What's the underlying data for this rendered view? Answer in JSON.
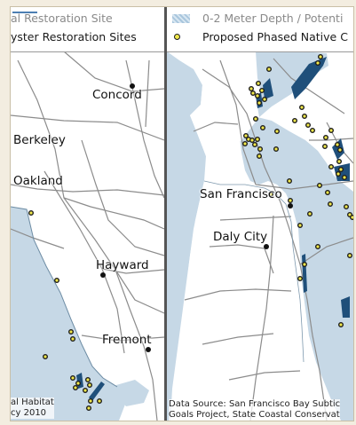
{
  "left_panel": {
    "legend": {
      "row1": "al Restoration Site",
      "row2": "yster Restoration Sites"
    },
    "cities": {
      "concord": "Concord",
      "berkeley": "Berkeley",
      "oakland": "Oakland",
      "hayward": "Hayward",
      "fremont": "Fremont"
    },
    "source": {
      "line1": "al Habitat",
      "line2": "cy 2010"
    }
  },
  "right_panel": {
    "legend": {
      "row1": "0-2 Meter Depth / Potenti",
      "row2": "Proposed Phased Native C"
    },
    "cities": {
      "san_francisco": "San Francisco",
      "daly_city": "Daly City"
    },
    "source": {
      "line1": "Data Source: San Francisco Bay Subtic",
      "line2": "Goals Project, State Coastal Conservat"
    }
  },
  "colors": {
    "water": "#c6d8e6",
    "land": "#ffffff",
    "road": "#8c8c8c",
    "restoration_site": "#1f4f7a",
    "proposed_site_fill": "#f1e84b",
    "proposed_site_stroke": "#1c1c1c",
    "frame_background": "#f3ede0"
  }
}
